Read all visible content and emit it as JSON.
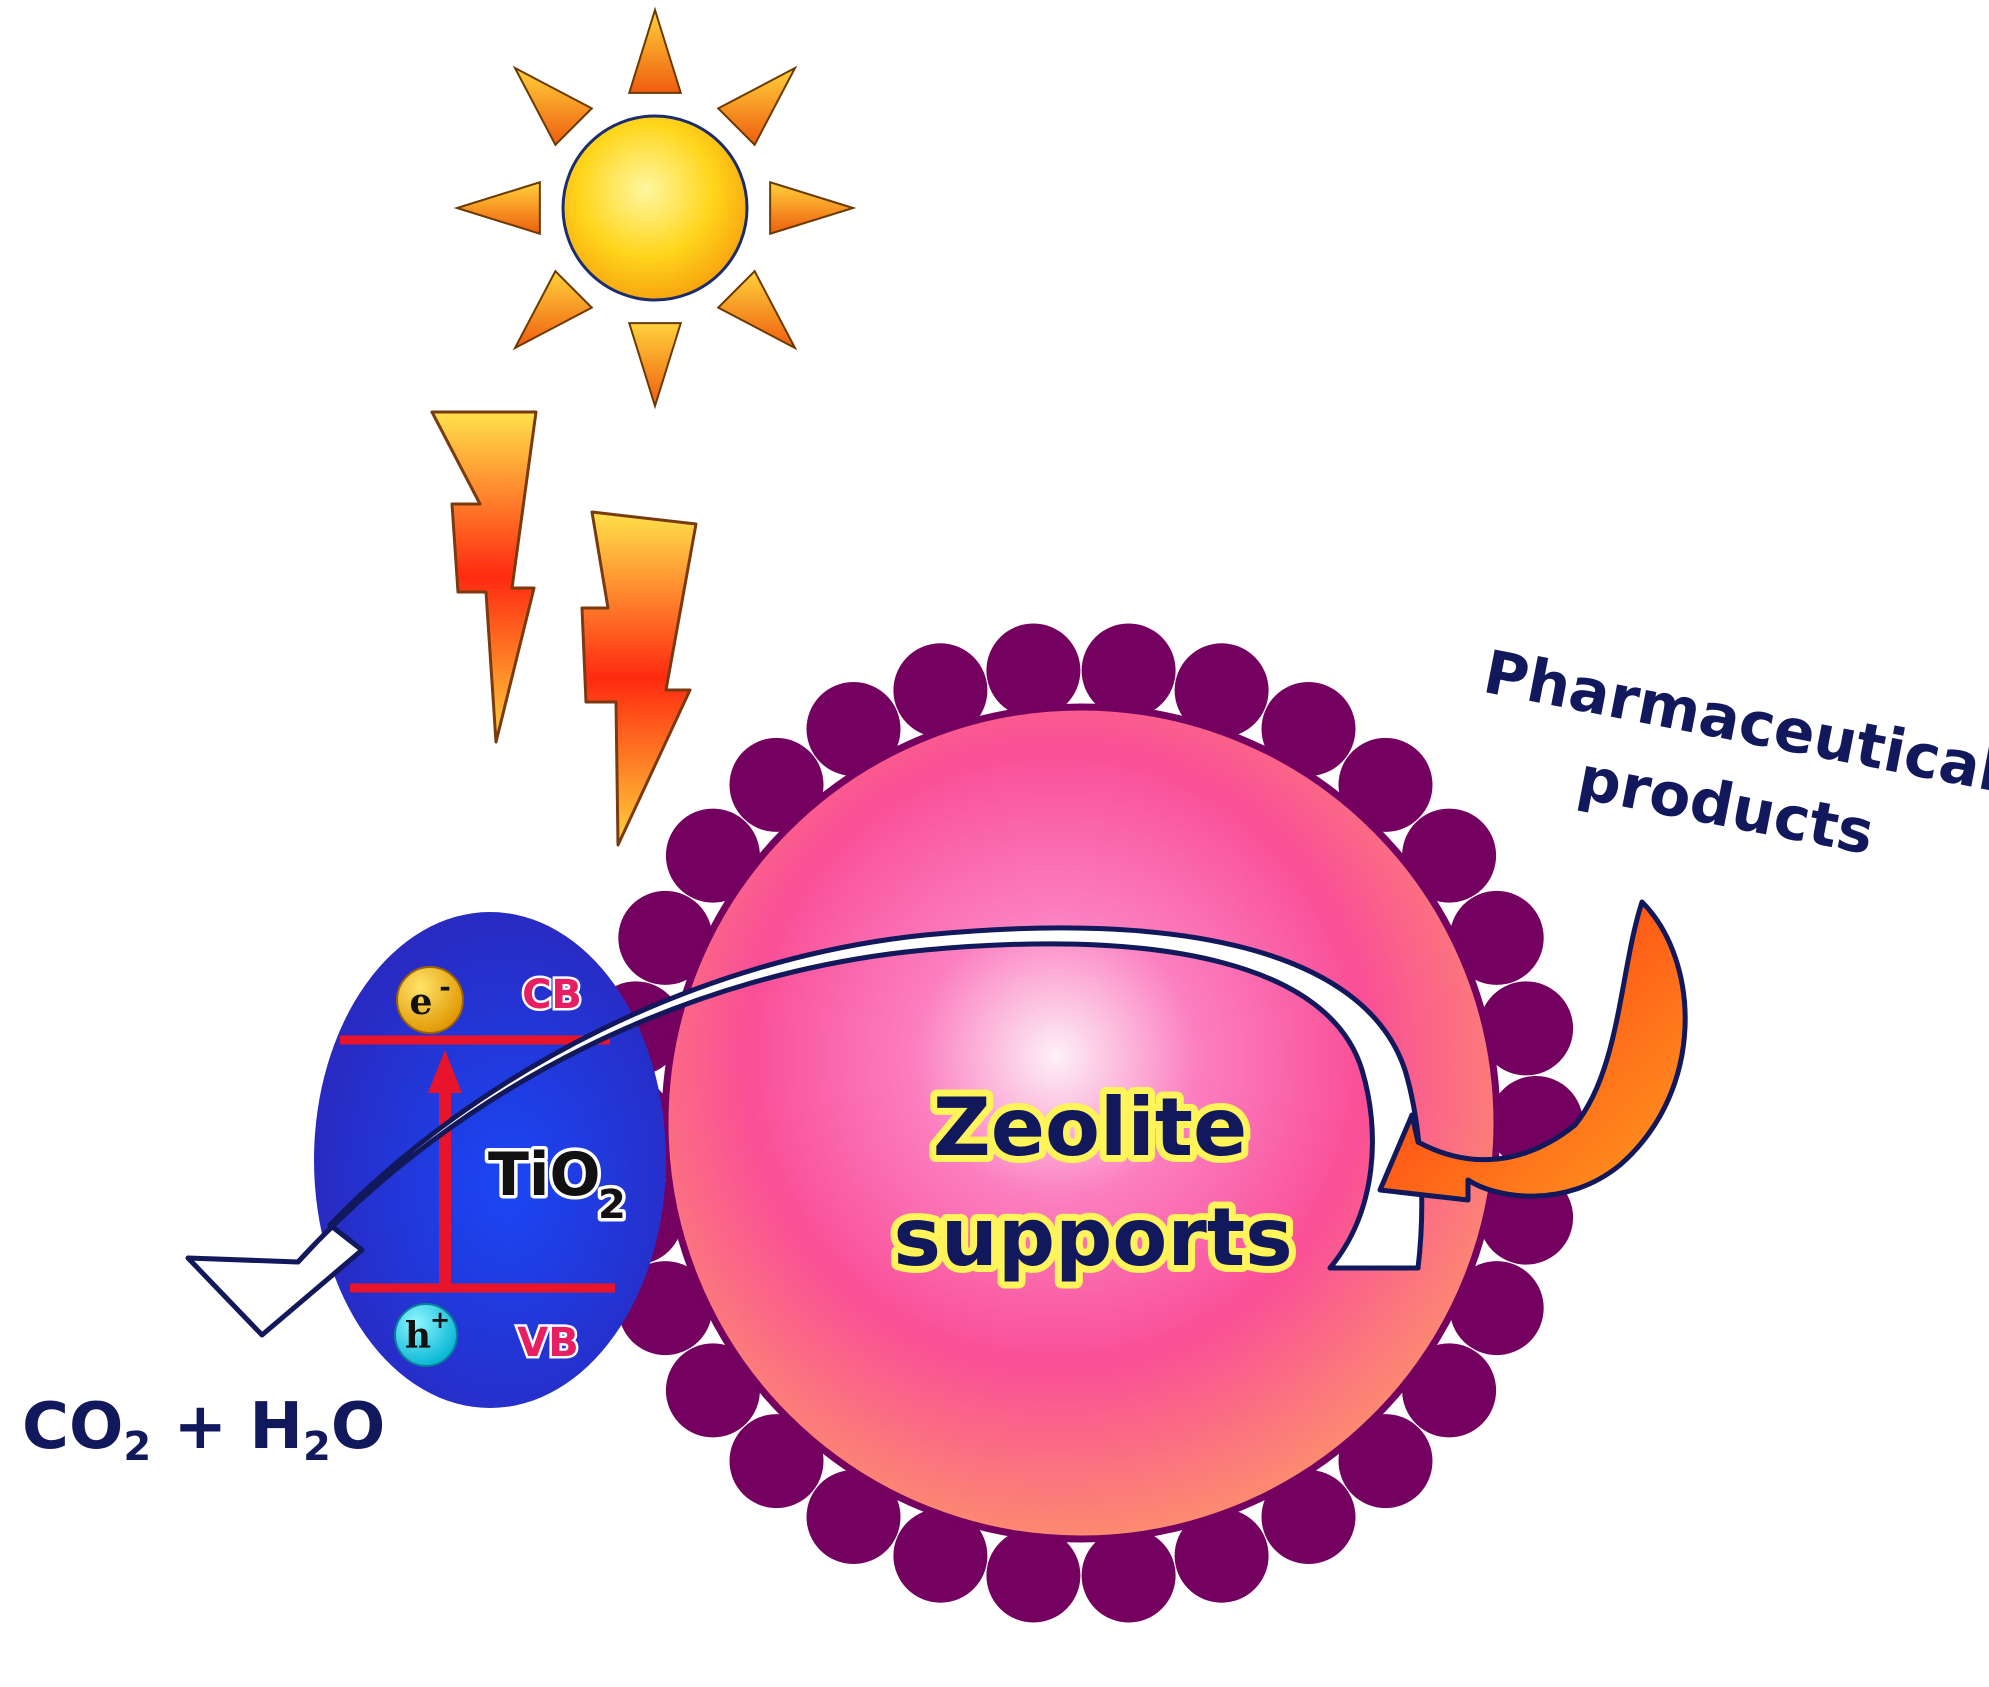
{
  "labels": {
    "zeolite_line1": "Zeolite",
    "zeolite_line2": "supports",
    "pharma_line1": "Pharmaceutical",
    "pharma_line2": "products",
    "tio2_main": "TiO",
    "tio2_sub": "2",
    "cb": "CB",
    "vb": "VB",
    "electron_main": "e",
    "electron_sup": "-",
    "hole_main": "h",
    "hole_sup": "+",
    "products_co": "CO",
    "products_co_sub": "2",
    "products_plus": " + H",
    "products_h_sub": "2",
    "products_o": "O"
  },
  "colors": {
    "zeolite_particles": "#74005f",
    "tio2_ellipse": "#2136d6",
    "zeolite_center": "#fde7f3",
    "zeolite_edge": "#fd8a6f",
    "band_lines": "#e8142b",
    "arrow_outline": "#12185c",
    "sun_core": "#ffd61c",
    "sun_rays": "#f26d12",
    "electron": "#f4b210",
    "hole": "#29d6ee"
  },
  "icons": {
    "sun": "sun-icon",
    "lightning": "lightning-bolt-icon"
  }
}
